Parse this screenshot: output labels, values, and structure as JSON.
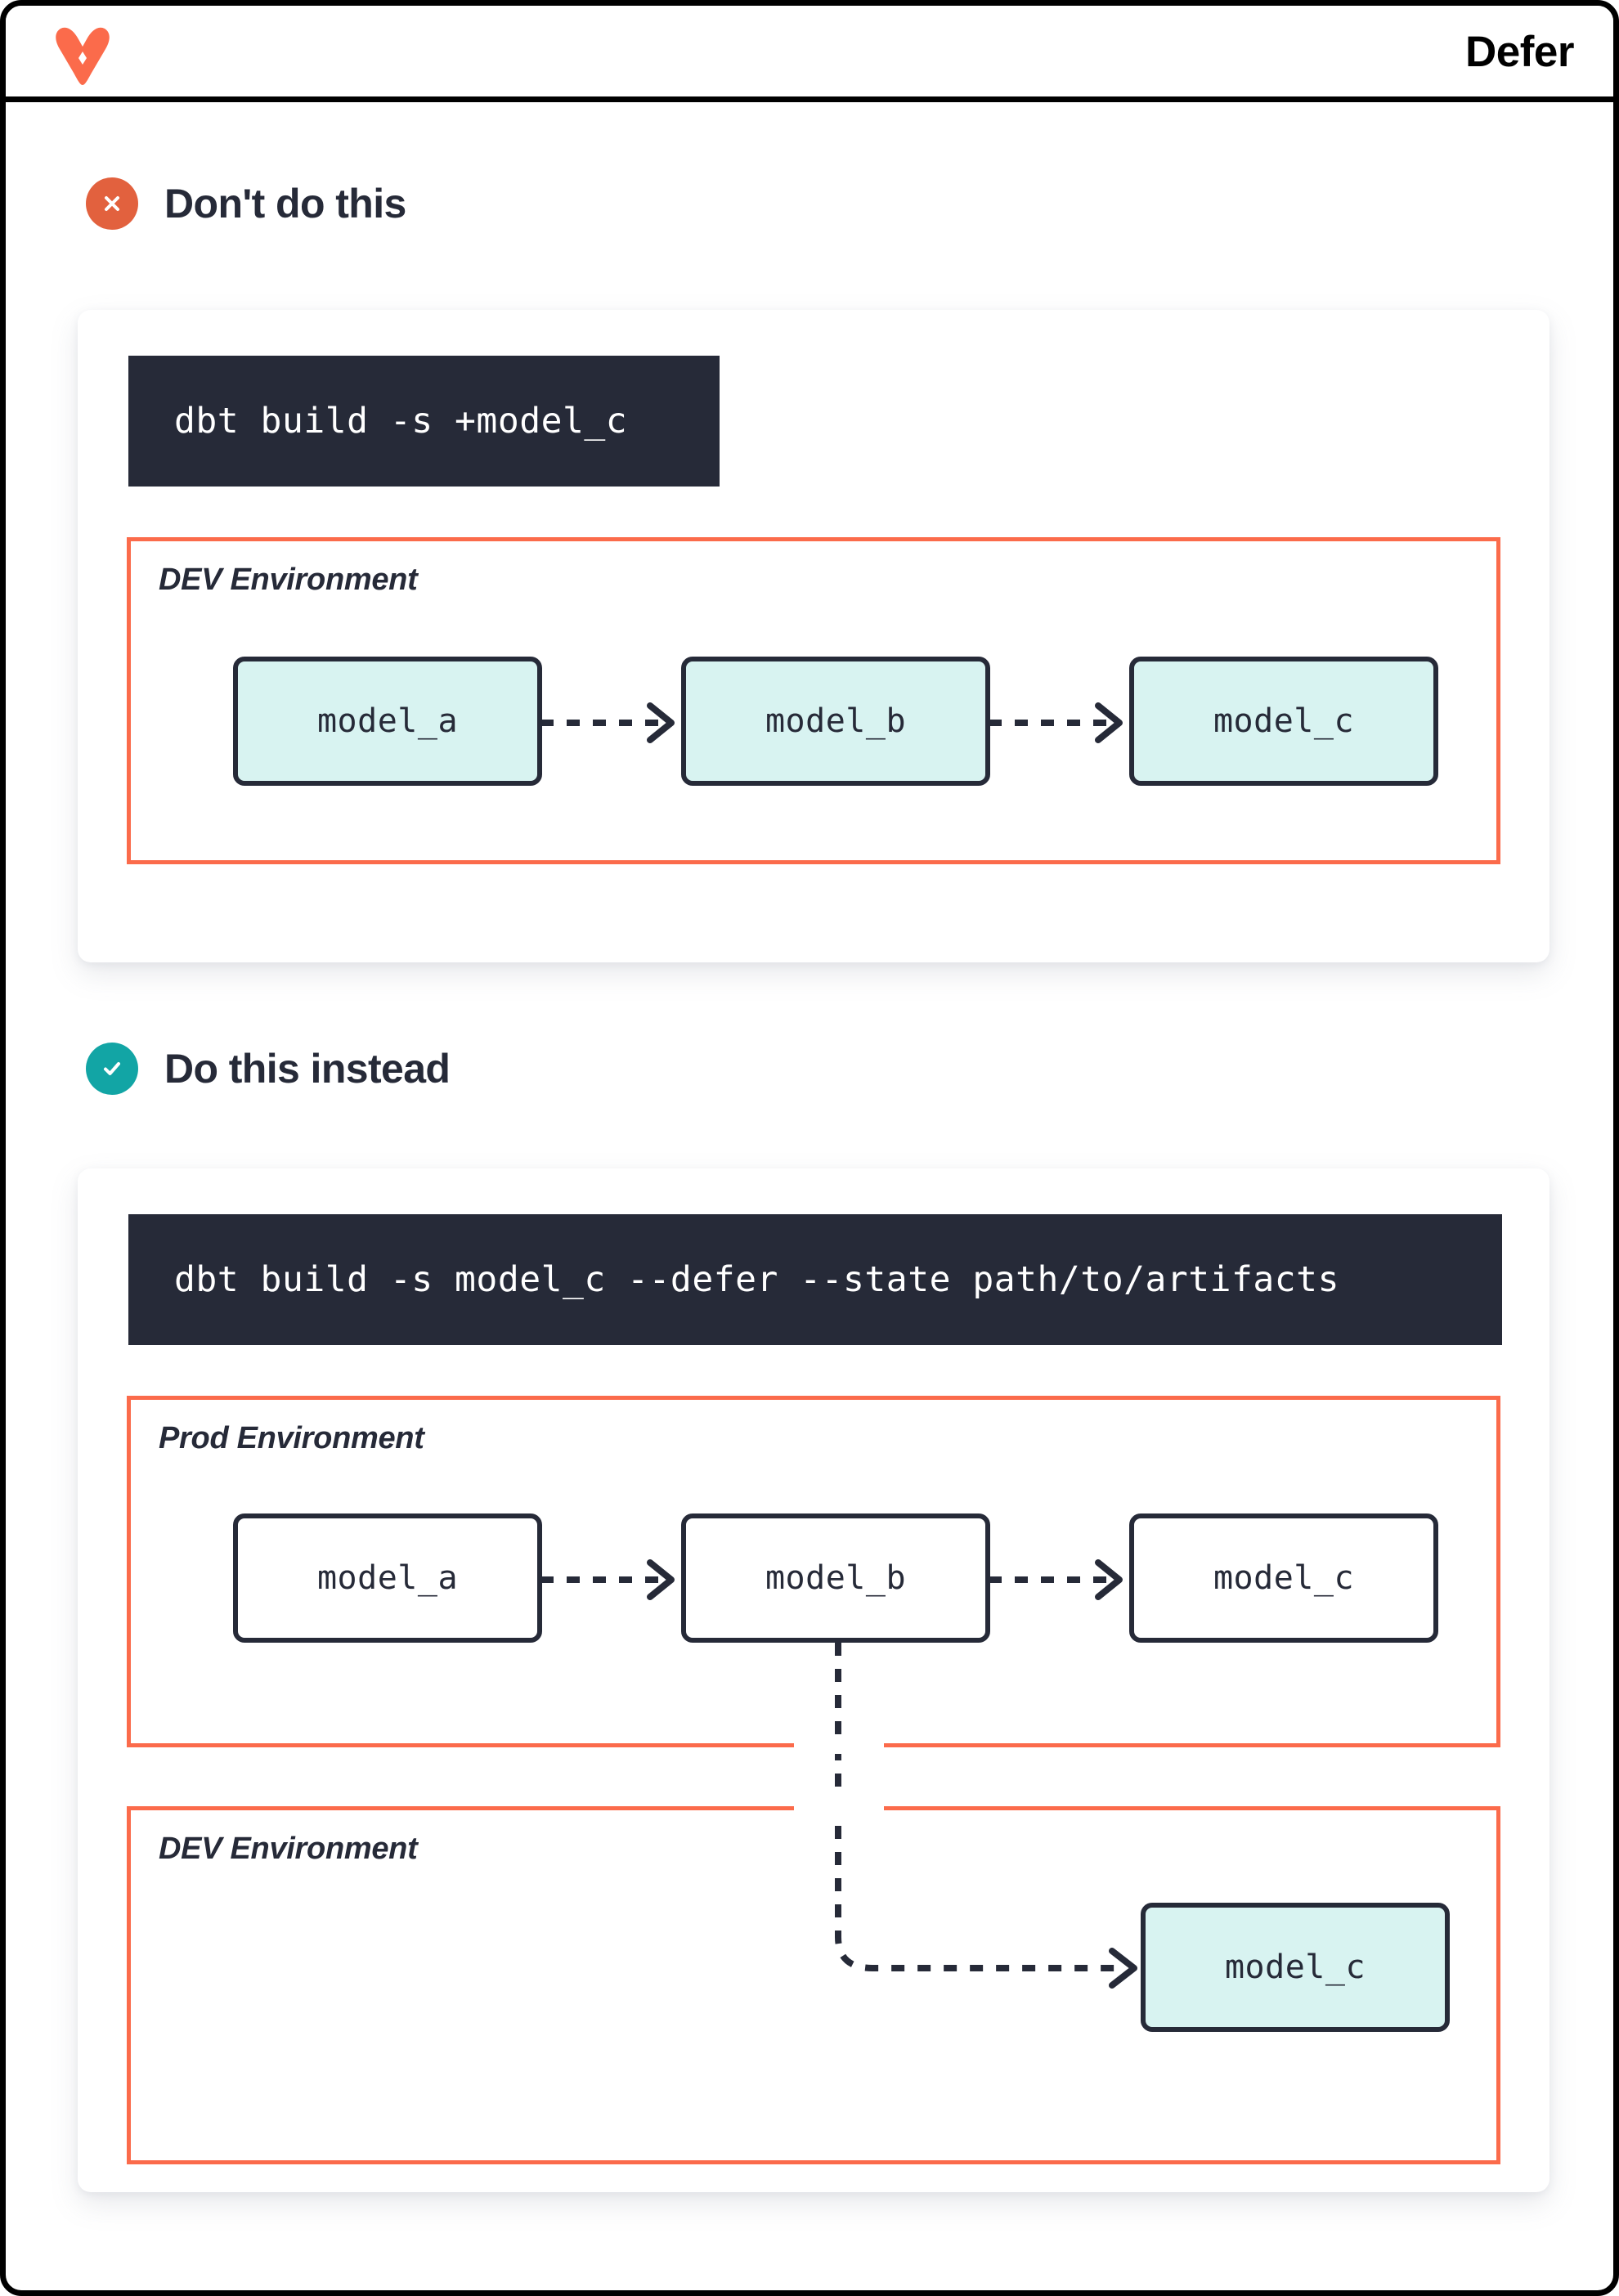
{
  "header": {
    "title": "Defer",
    "logo_icon": "dbt-logo-icon"
  },
  "sections": [
    {
      "id": "dont",
      "badge_icon": "x-circle-icon",
      "badge_color": "#E2613E",
      "heading": "Don't do this",
      "command": "dbt build -s +model_c",
      "environments": [
        {
          "id": "dev",
          "label": "DEV Environment",
          "border_color": "#FB6B4B",
          "models": [
            {
              "name": "model_a",
              "style": "dev"
            },
            {
              "name": "model_b",
              "style": "dev"
            },
            {
              "name": "model_c",
              "style": "dev"
            }
          ]
        }
      ]
    },
    {
      "id": "do",
      "badge_icon": "check-circle-icon",
      "badge_color": "#12A5A5",
      "heading": "Do this instead",
      "command": "dbt build -s model_c --defer --state path/to/artifacts",
      "environments": [
        {
          "id": "prod",
          "label": "Prod Environment",
          "border_color": "#FB6B4B",
          "models": [
            {
              "name": "model_a",
              "style": "prod"
            },
            {
              "name": "model_b",
              "style": "prod"
            },
            {
              "name": "model_c",
              "style": "prod"
            }
          ]
        },
        {
          "id": "dev",
          "label": "DEV Environment",
          "border_color": "#FB6B4B",
          "models": [
            {
              "name": "model_c",
              "style": "dev"
            }
          ]
        }
      ]
    }
  ],
  "colors": {
    "accent_orange": "#FB6B4B",
    "badge_bad": "#E2613E",
    "badge_good": "#12A5A5",
    "ink": "#262A38",
    "model_dev_fill": "#D8F3F1",
    "model_prod_fill": "#FFFFFF",
    "code_bg": "#262A38",
    "page_border": "#000000"
  }
}
